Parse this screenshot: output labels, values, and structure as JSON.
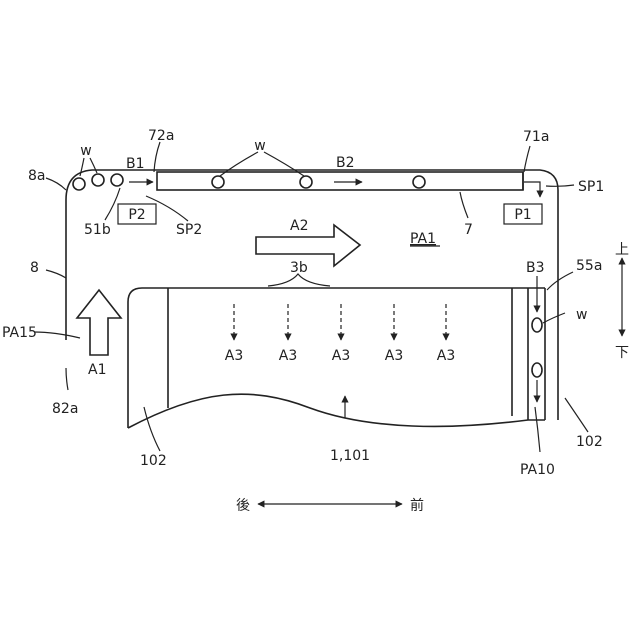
{
  "labels": {
    "w_top_left": "w",
    "w_top_mid": "w",
    "w_right": "w",
    "l_8a": "8a",
    "l_8": "8",
    "l_51b": "51b",
    "l_72a": "72a",
    "l_b1": "B1",
    "l_b2": "B2",
    "l_71a": "71a",
    "l_sp1": "SP1",
    "l_sp2": "SP2",
    "l_p1": "P1",
    "l_p2": "P2",
    "l_7": "7",
    "l_a2": "A2",
    "l_pa1": "PA1",
    "l_3b": "3b",
    "l_b3": "B3",
    "l_55a": "55a",
    "l_pa15": "PA15",
    "l_a1": "A1",
    "l_82a": "82a",
    "l_a3": "A3",
    "l_102_left": "102",
    "l_102_right": "102",
    "l_1101": "1,101",
    "l_pa10": "PA10",
    "dir_up": "上",
    "dir_down": "下",
    "dir_back": "後",
    "dir_front": "前"
  },
  "a3_count": 5
}
